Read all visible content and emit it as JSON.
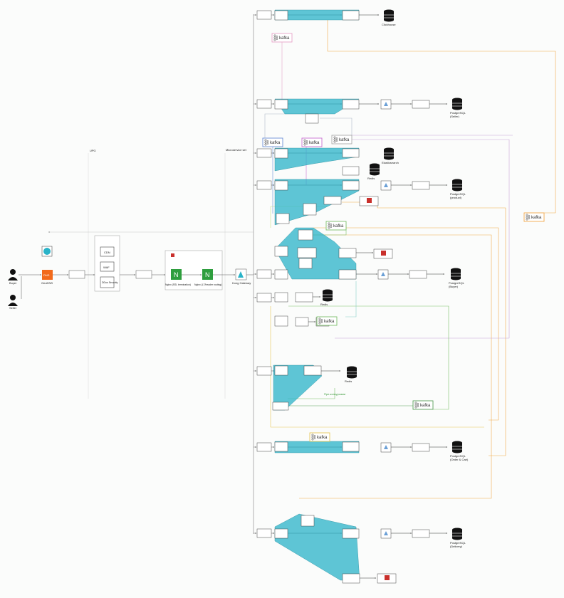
{
  "actors": {
    "buyer": "Buyer",
    "seller": "Seller"
  },
  "edge": {
    "geodns": "GeoDNS",
    "dns_badge": "DNS",
    "cdn": "CDN",
    "waf": "WAF",
    "ddos": "DDos Security",
    "zone_label": "UPG",
    "nginx_ssl": "Nginx (SSL termination)",
    "nginx_l7": "Nginx (L7/header routing)",
    "kong": "Kong Gateway",
    "service_zone": "Microservice set"
  },
  "databases": {
    "clickhouse": "Clickhouse",
    "postgres_seller": "PostgreSQL (Seller)",
    "elasticsearch": "Elasticsearch",
    "redis_1": "Redis",
    "postgres_product": "PostgreSQL (product)",
    "postgres_buyer": "PostgreSQL (Buyer)",
    "redis_2": "Redis",
    "redis_3": "Redis",
    "postgres_order": "PostgreSQL (Order & Cart)",
    "postgres_delivery": "PostgreSQL (Delivery)"
  },
  "kafka_label": "kafka",
  "notes": {
    "green_note": "Пре-конкурсами"
  },
  "colors": {
    "teal": "#2ab3c8",
    "kafka_border_pink": "#e7a3c8",
    "kafka_border_orange": "#f2a94a",
    "kafka_border_green": "#7cbf6a",
    "kafka_border_blue": "#6a8fd6",
    "nginx_green": "#2e9e3e",
    "geodns_orange": "#f26a1b",
    "redis_red": "#c9302c"
  }
}
